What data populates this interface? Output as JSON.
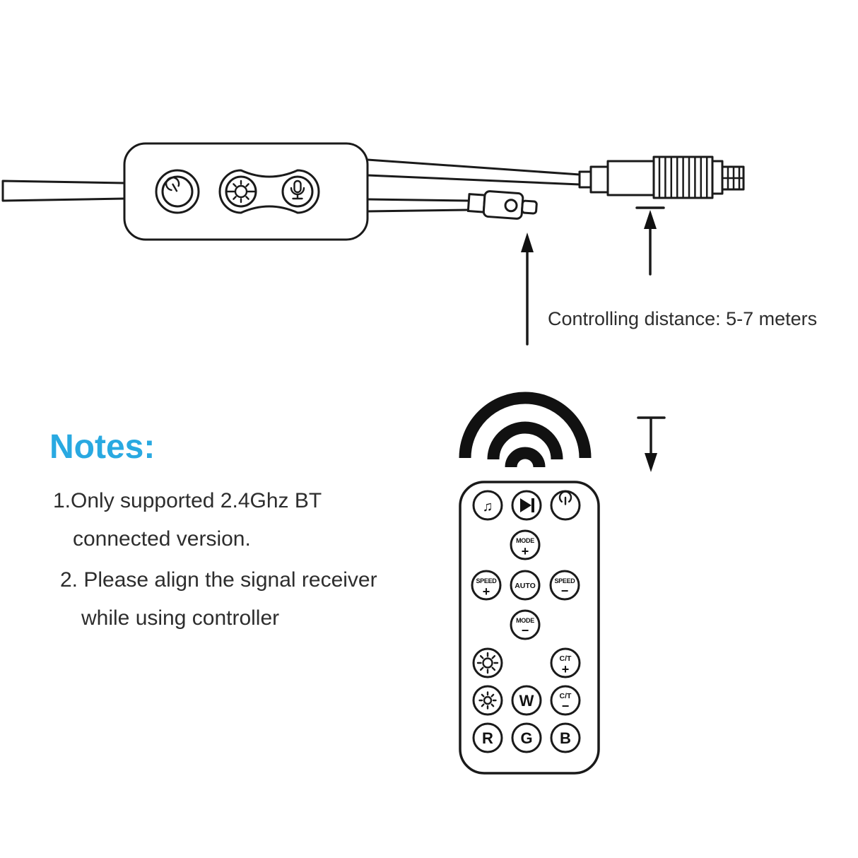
{
  "colors": {
    "accent_blue": "#29a9e1",
    "line": "#1a1a1a",
    "text": "#2d2d2d",
    "background": "#ffffff"
  },
  "diagram": {
    "controlling_distance_label": "Controlling distance: 5-7 meters"
  },
  "notes": {
    "title": "Notes:",
    "lines": [
      "1.Only supported 2.4Ghz BT",
      "connected version.",
      "2. Please align the signal receiver",
      "while using controller"
    ]
  },
  "remote": {
    "icons": {
      "music": "♫"
    },
    "buttons": {
      "mode_plus": {
        "label": "MODE",
        "sign": "+"
      },
      "speed_plus": {
        "label": "SPEED",
        "sign": "+"
      },
      "auto": {
        "label": "AUTO"
      },
      "speed_minus": {
        "label": "SPEED",
        "sign": "−"
      },
      "mode_minus": {
        "label": "MODE",
        "sign": "−"
      },
      "ct_plus": {
        "label": "C/T",
        "sign": "+"
      },
      "ct_minus": {
        "label": "C/T",
        "sign": "−"
      },
      "white": "W",
      "red": "R",
      "green": "G",
      "blue": "B"
    }
  }
}
